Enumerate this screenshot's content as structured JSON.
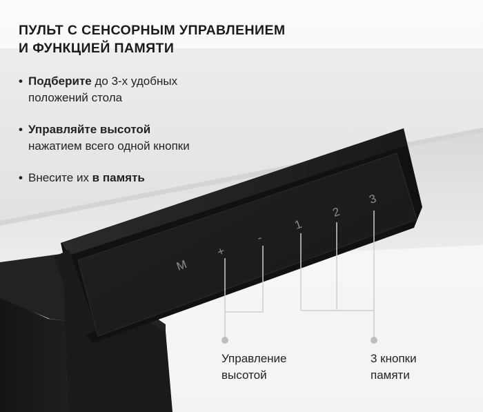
{
  "heading": {
    "line1": "ПУЛЬТ С СЕНСОРНЫМ УПРАВЛЕНИЕМ",
    "line2": "И ФУНКЦИЕЙ ПАМЯТИ"
  },
  "bullets": [
    {
      "bold": "Подберите",
      "rest": " до 3-х удобных",
      "line2": "положений стола"
    },
    {
      "bold": "Управляйте высотой",
      "line2": "нажатием всего одной кнопки"
    },
    {
      "text": "Внесите их ",
      "bold": "в память"
    }
  ],
  "panel": {
    "keys": [
      "M",
      "+",
      "-",
      "1",
      "2",
      "3"
    ]
  },
  "callouts": {
    "height": {
      "line1": "Управление",
      "line2": "высотой"
    },
    "memory": {
      "line1": "3 кнопки",
      "line2": "памяти"
    }
  },
  "colors": {
    "desk_top": "#e6e6e6",
    "leg": "#1c1c1c",
    "panel": "#161616",
    "panel_face": "#1f1f1f",
    "key_glyph": "#8d8d8d",
    "leader_line": "#cfcfcf",
    "leader_dot": "#bdbdbd"
  }
}
